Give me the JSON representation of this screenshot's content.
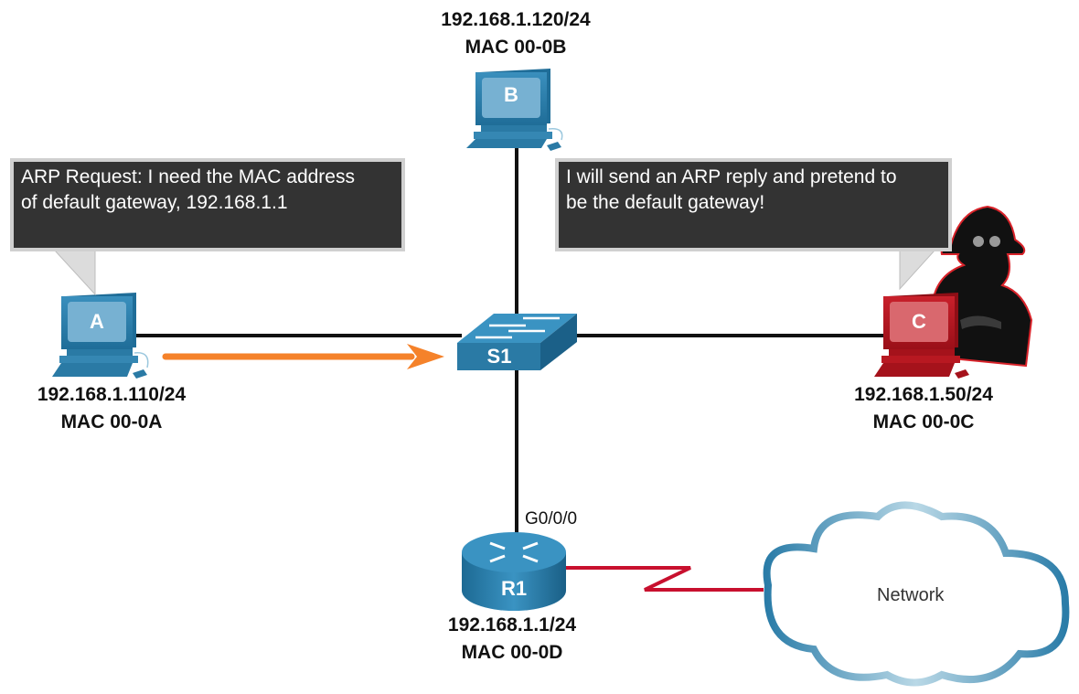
{
  "title": "ARP Spoofing Attack Topology",
  "colors": {
    "device_blue": "#2a7aa5",
    "attacker_red": "#b3151f",
    "arrow_orange": "#f5822a",
    "wan_link_red": "#c8102e",
    "bubble_bg": "#333333",
    "bubble_border": "#d0d0d0"
  },
  "devices": {
    "A": {
      "label": "A",
      "ip": "192.168.1.110/24",
      "mac": "MAC 00-0A",
      "type": "pc"
    },
    "B": {
      "label": "B",
      "ip": "192.168.1.120/24",
      "mac": "MAC 00-0B",
      "type": "pc"
    },
    "C": {
      "label": "C",
      "ip": "192.168.1.50/24",
      "mac": "MAC 00-0C",
      "type": "pc-attacker"
    },
    "S1": {
      "label": "S1",
      "type": "switch"
    },
    "R1": {
      "label": "R1",
      "ip": "192.168.1.1/24",
      "mac": "MAC 00-0D",
      "type": "router",
      "port": "G0/0/0"
    },
    "cloud": {
      "label": "Network",
      "type": "cloud"
    }
  },
  "bubbles": {
    "a": {
      "lines": [
        "ARP Request: I need the MAC address",
        "of default gateway, 192.168.1.1"
      ]
    },
    "c": {
      "lines": [
        "I will send an ARP reply and pretend to",
        "be the default gateway!"
      ]
    }
  },
  "links": [
    {
      "from": "A",
      "to": "S1",
      "kind": "ethernet"
    },
    {
      "from": "B",
      "to": "S1",
      "kind": "ethernet"
    },
    {
      "from": "C",
      "to": "S1",
      "kind": "ethernet"
    },
    {
      "from": "S1",
      "to": "R1",
      "kind": "ethernet"
    },
    {
      "from": "R1",
      "to": "cloud",
      "kind": "serial"
    }
  ],
  "flows": [
    {
      "from": "A",
      "to": "S1",
      "meaning": "ARP request"
    }
  ]
}
